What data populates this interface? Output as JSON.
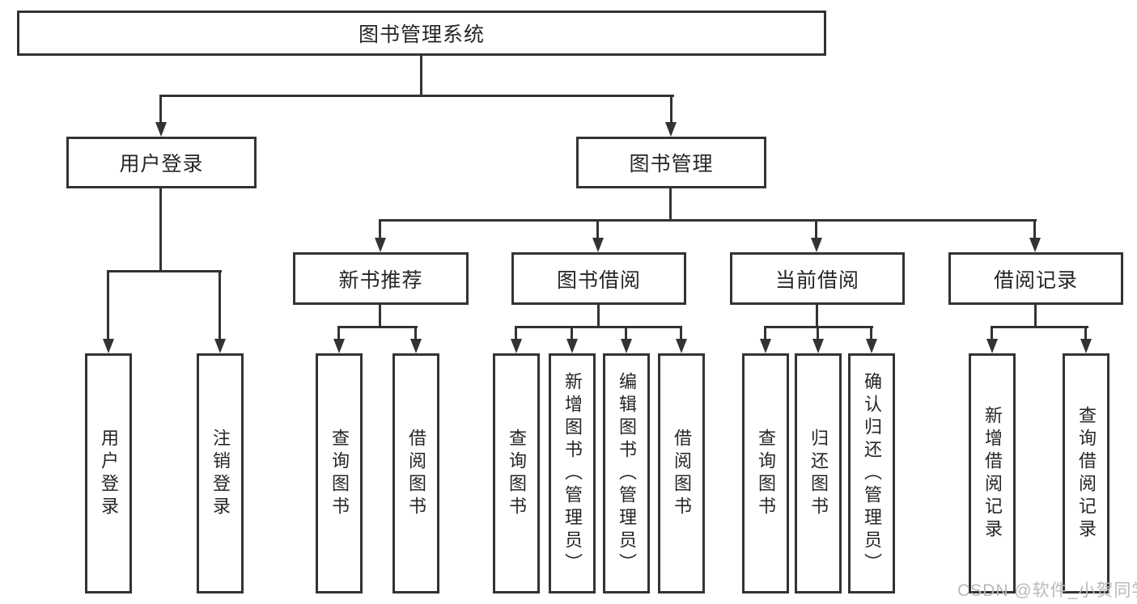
{
  "tree": {
    "root": {
      "label": "图书管理系统",
      "children": [
        {
          "label": "用户登录",
          "children": [
            {
              "label": "用户登录"
            },
            {
              "label": "注销登录"
            }
          ]
        },
        {
          "label": "图书管理",
          "children": [
            {
              "label": "新书推荐",
              "children": [
                {
                  "label": "查询图书"
                },
                {
                  "label": "借阅图书"
                }
              ]
            },
            {
              "label": "图书借阅",
              "children": [
                {
                  "label": "查询图书"
                },
                {
                  "label": "新增图书（管理员）"
                },
                {
                  "label": "编辑图书（管理员）"
                },
                {
                  "label": "借阅图书"
                }
              ]
            },
            {
              "label": "当前借阅",
              "children": [
                {
                  "label": "查询图书"
                },
                {
                  "label": "归还图书"
                },
                {
                  "label": "确认归还（管理员）"
                }
              ]
            },
            {
              "label": "借阅记录",
              "children": [
                {
                  "label": "新增借阅记录"
                },
                {
                  "label": "查询借阅记录"
                }
              ]
            }
          ]
        }
      ]
    }
  },
  "watermark": {
    "text": "CSDN @软件_小贺同学"
  },
  "colors": {
    "line": "#333333",
    "text": "#262626",
    "box_bg": "#ffffff",
    "watermark": "#b9b9b9"
  }
}
